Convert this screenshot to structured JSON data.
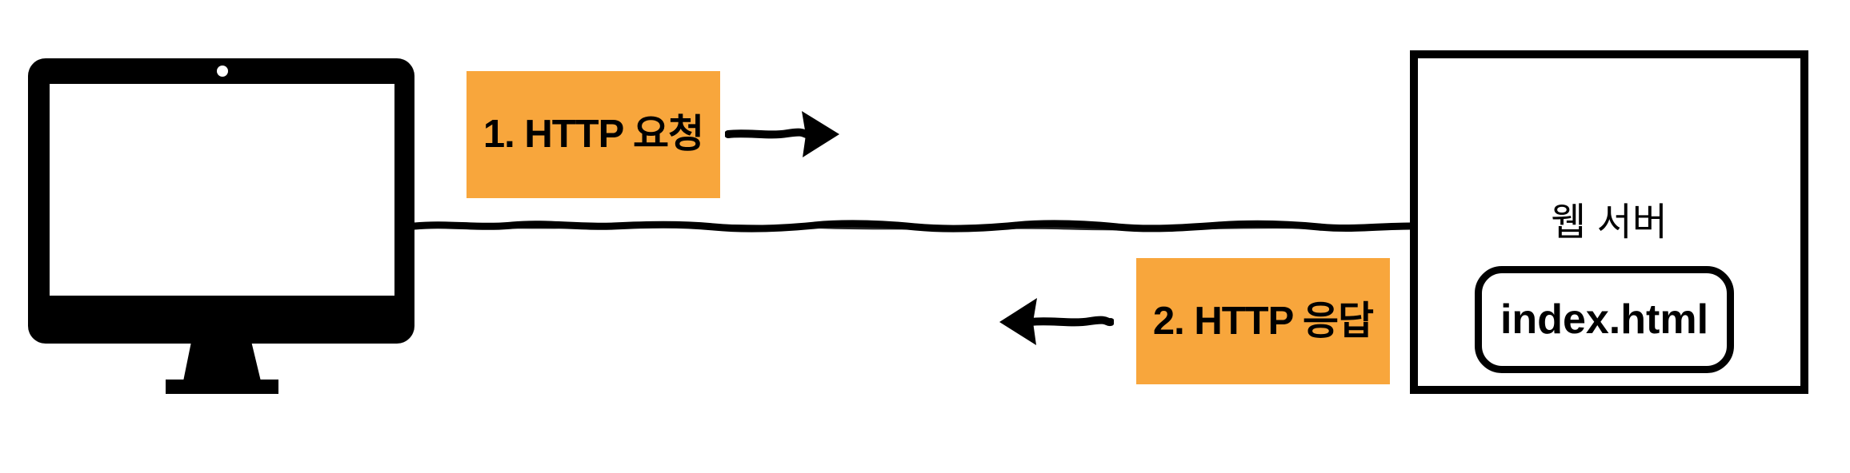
{
  "colors": {
    "background": "#FFFFFF",
    "accent": "#F8A63C",
    "ink": "#000000"
  },
  "icons": {
    "client": "desktop-monitor-icon",
    "link": "connection-line",
    "request_arrow": "arrow-right-icon",
    "response_arrow": "arrow-left-icon"
  },
  "flow": {
    "request": {
      "label": "1. HTTP 요청"
    },
    "response": {
      "label": "2. HTTP 응답"
    }
  },
  "server": {
    "title": "웹 서버",
    "file": "index.html"
  }
}
